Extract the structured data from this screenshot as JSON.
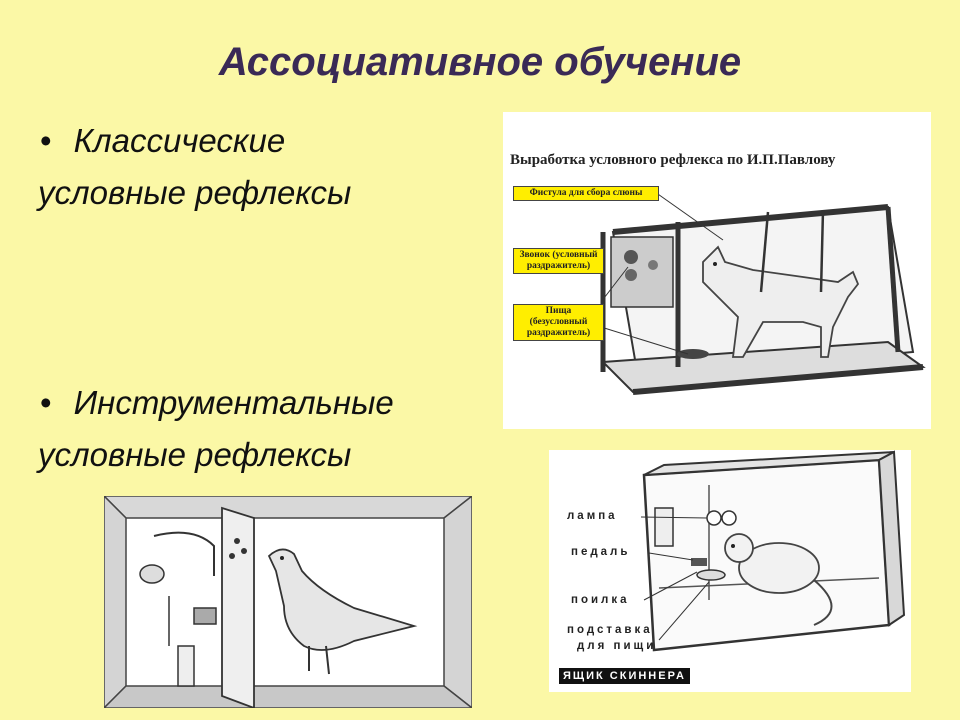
{
  "slide": {
    "title": "Ассоциативное обучение",
    "bullets": [
      {
        "line1": "Классические",
        "line2": "условные рефлексы"
      },
      {
        "line1": "Инструментальные",
        "line2": "условные рефлексы"
      }
    ]
  },
  "pavlov": {
    "title": "Выработка условного рефлекса по И.П.Павлову",
    "labels": {
      "fistula": "Фистула для сбора слюны",
      "bell": "Звонок (условный раздражитель)",
      "food": "Пища (безусловный раздражитель)"
    }
  },
  "skinner": {
    "labels": {
      "lamp": "лампа",
      "pedal": "педаль",
      "drinker": "поилка",
      "stand1": "подставка",
      "stand2": "для пищи"
    },
    "name": "ЯЩИК СКИННЕРА"
  }
}
